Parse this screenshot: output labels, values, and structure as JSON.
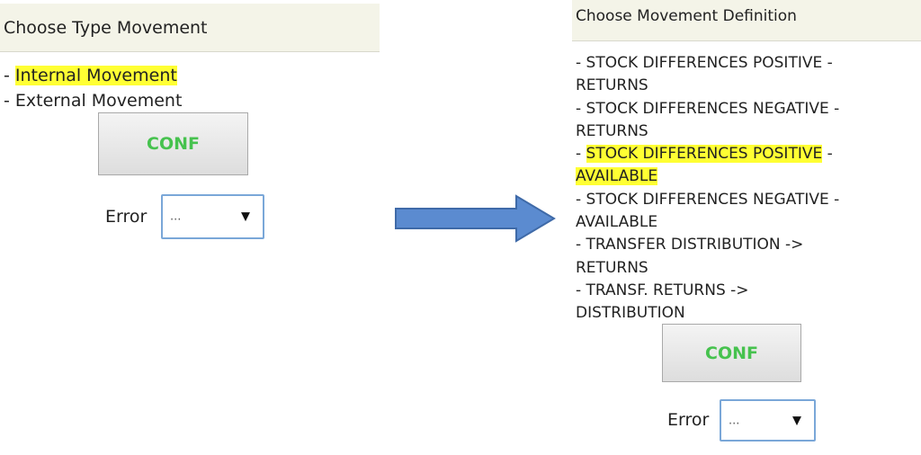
{
  "left": {
    "title": "Choose Type Movement",
    "options": [
      {
        "prefix": "- ",
        "label": "Internal Movement",
        "highlighted": true
      },
      {
        "prefix": "- ",
        "label": "External Movement",
        "highlighted": false
      }
    ],
    "conf_label": "CONF",
    "error_label": "Error",
    "error_select_value": "..."
  },
  "right": {
    "title": "Choose Movement Definition",
    "options": [
      {
        "prefix": "- ",
        "line1": "STOCK DIFFERENCES POSITIVE -",
        "line2": "RETURNS",
        "highlighted": false
      },
      {
        "prefix": "- ",
        "line1": "STOCK DIFFERENCES NEGATIVE -",
        "line2": "RETURNS",
        "highlighted": false
      },
      {
        "prefix": "- ",
        "line1": "STOCK DIFFERENCES POSITIVE",
        "line1_suffix": " -",
        "line2": "AVAILABLE",
        "highlighted": true
      },
      {
        "prefix": "- ",
        "line1": "STOCK DIFFERENCES NEGATIVE -",
        "line2": "AVAILABLE",
        "highlighted": false
      },
      {
        "prefix": "- ",
        "line1": "TRANSFER DISTRIBUTION ->",
        "line2": "RETURNS",
        "highlighted": false
      },
      {
        "prefix": "- ",
        "line1": "TRANSF. RETURNS ->",
        "line2": "DISTRIBUTION",
        "highlighted": false
      }
    ],
    "conf_label": "CONF",
    "error_label": "Error",
    "error_select_value": "..."
  },
  "icons": {
    "caret": "▼",
    "arrow": "right-arrow-icon"
  },
  "colors": {
    "header_bg": "#f4f4e8",
    "highlight": "#ffff33",
    "conf_text": "#46c24e",
    "select_border": "#7aa7d8",
    "arrow_fill": "#5b8bd0",
    "arrow_stroke": "#3f6aa8"
  }
}
